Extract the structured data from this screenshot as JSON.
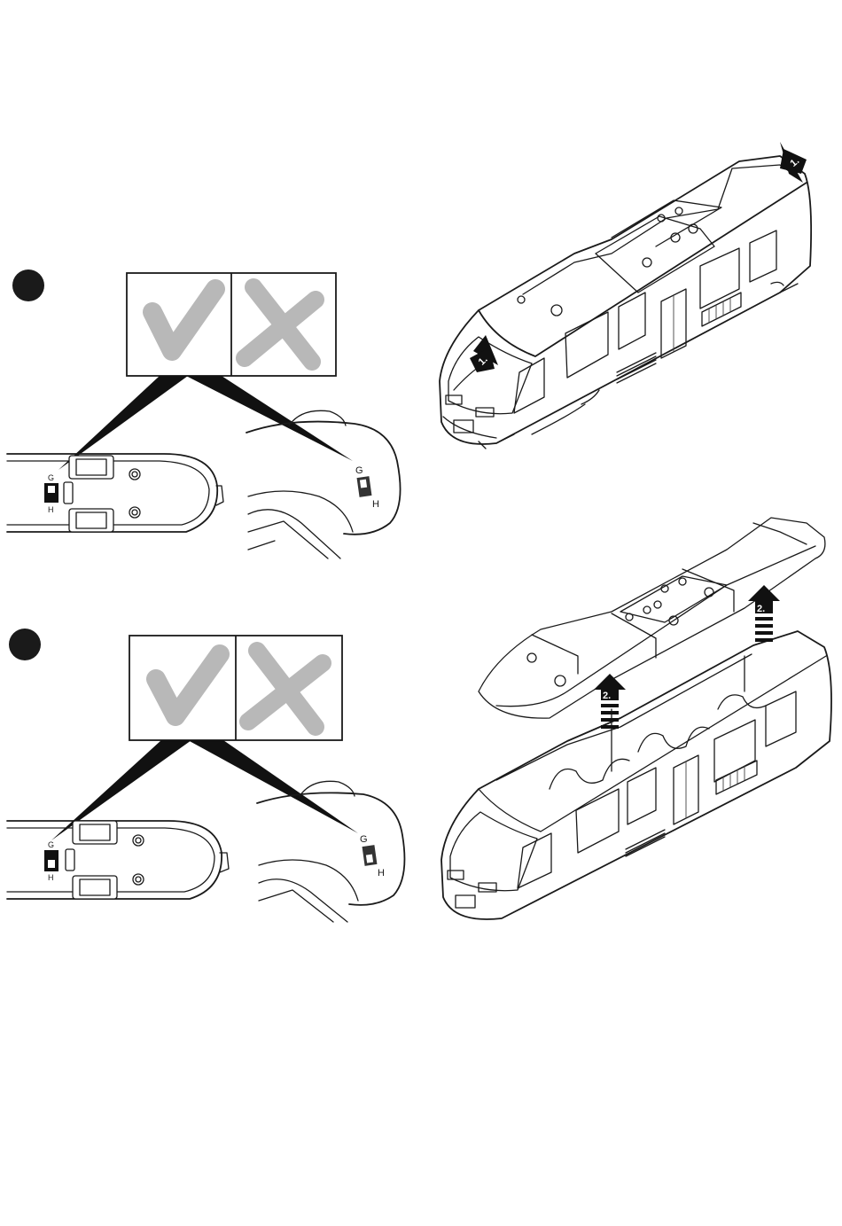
{
  "steps": [
    {
      "switch_labels": {
        "top": "G",
        "bottom": "H"
      },
      "callouts": [
        {
          "text": "1."
        },
        {
          "text": "1."
        }
      ]
    },
    {
      "switch_labels": {
        "top": "G",
        "bottom": "H"
      },
      "callouts": [
        {
          "text": "2."
        },
        {
          "text": "2."
        }
      ]
    }
  ],
  "colors": {
    "ink": "#1a1a1a",
    "mark_gray": "#b8b8b8",
    "background": "#ffffff"
  },
  "icons": [
    "step-dot",
    "check-mark-icon",
    "cross-mark-icon",
    "up-arrow-icon",
    "push-arrow-icon"
  ]
}
